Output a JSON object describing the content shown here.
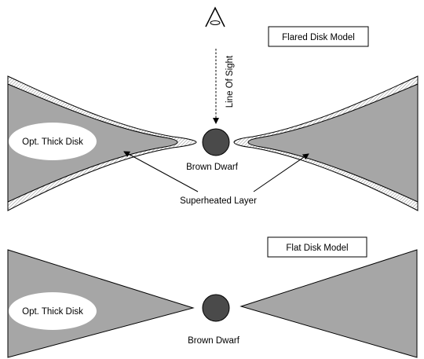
{
  "flared_model": {
    "title": "Flared Disk Model",
    "disk_label": "Opt. Thick Disk",
    "center_label": "Brown Dwarf",
    "sight_label": "Line Of Sight",
    "layer_label": "Superheated Layer"
  },
  "flat_model": {
    "title": "Flat Disk Model",
    "disk_label": "Opt. Thick Disk",
    "center_label": "Brown Dwarf"
  },
  "colors": {
    "disk_fill": "#a6a6a6",
    "star_fill": "#4a4a4a",
    "layer_hatch": "#b0b0b0",
    "outline": "#000000"
  }
}
